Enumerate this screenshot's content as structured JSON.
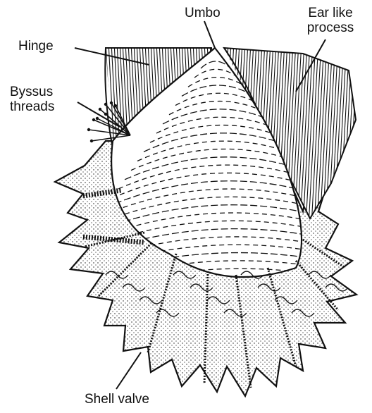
{
  "labels": {
    "umbo": "Umbo",
    "ear_like_line1": "Ear like",
    "ear_like_line2": "process",
    "hinge": "Hinge",
    "byssus_line1": "Byssus",
    "byssus_line2": "threads",
    "shell_valve": "Shell valve"
  },
  "colors": {
    "ink": "#111111",
    "paper": "#ffffff"
  }
}
